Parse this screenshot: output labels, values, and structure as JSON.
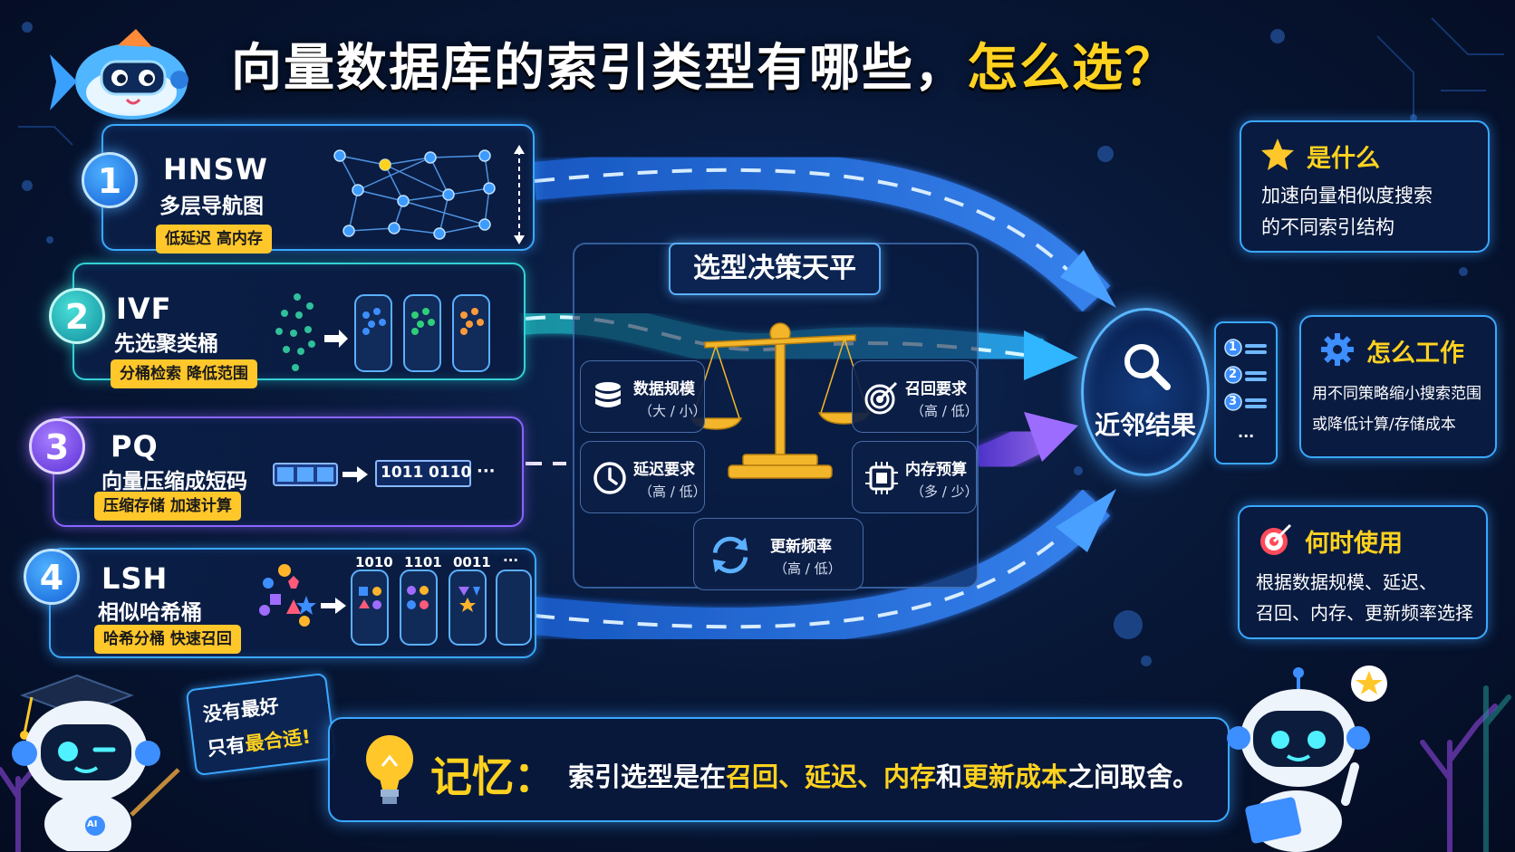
{
  "title": {
    "main": "向量数据库的索引类型有哪些，",
    "highlight": "怎么选？"
  },
  "methods": [
    {
      "num": "1",
      "name": "HNSW",
      "subtitle": "多层导航图",
      "tag": "低延迟 高内存"
    },
    {
      "num": "2",
      "name": "IVF",
      "subtitle": "先选聚类桶",
      "tag": "分桶检索 降低范围"
    },
    {
      "num": "3",
      "name": "PQ",
      "subtitle": "向量压缩成短码",
      "tag": "压缩存储 加速计算",
      "codes": [
        "1011",
        "0110",
        "···"
      ]
    },
    {
      "num": "4",
      "name": "LSH",
      "subtitle": "相似哈希桶",
      "tag": "哈希分桶 快速召回",
      "codes": [
        "1010",
        "1101",
        "0011",
        "···"
      ]
    }
  ],
  "decision": {
    "title": "选型决策天平",
    "factors": [
      {
        "label": "数据规模",
        "value": "（大 / 小）",
        "icon": "database-icon"
      },
      {
        "label": "召回要求",
        "value": "（高 / 低）",
        "icon": "target-icon"
      },
      {
        "label": "延迟要求",
        "value": "（高 / 低）",
        "icon": "clock-icon"
      },
      {
        "label": "内存预算",
        "value": "（多 / 少）",
        "icon": "chip-icon"
      },
      {
        "label": "更新频率",
        "value": "（高 / 低）",
        "icon": "refresh-icon"
      }
    ]
  },
  "result": {
    "label": "近邻结果",
    "list": [
      "1",
      "2",
      "3",
      "···"
    ]
  },
  "info": [
    {
      "title": "是什么",
      "icon": "star-icon",
      "lines": [
        "加速向量相似度搜索",
        "的不同索引结构"
      ]
    },
    {
      "title": "怎么工作",
      "icon": "gear-icon",
      "lines": [
        "用不同策略缩小搜索范围",
        "或降低计算/存储成本"
      ]
    },
    {
      "title": "何时使用",
      "icon": "target-icon",
      "lines": [
        "根据数据规模、延迟、",
        "召回、内存、更新频率选择"
      ]
    }
  ],
  "bubble": {
    "line1": "没有最好",
    "line2_prefix": "只有",
    "line2_highlight": "最合适!"
  },
  "memory": {
    "label": "记忆：",
    "parts": [
      {
        "text": "索引选型是在",
        "hl": false
      },
      {
        "text": "召回、延迟、内存",
        "hl": true
      },
      {
        "text": "和",
        "hl": false
      },
      {
        "text": "更新成本",
        "hl": true
      },
      {
        "text": "之间取舍。",
        "hl": false
      }
    ]
  },
  "robot_badge": "AI",
  "colors": {
    "accent": "#3aa8ff",
    "highlight": "#ffd21f",
    "teal": "#34d1d6",
    "purple": "#8a64ff",
    "background": "#081838"
  }
}
